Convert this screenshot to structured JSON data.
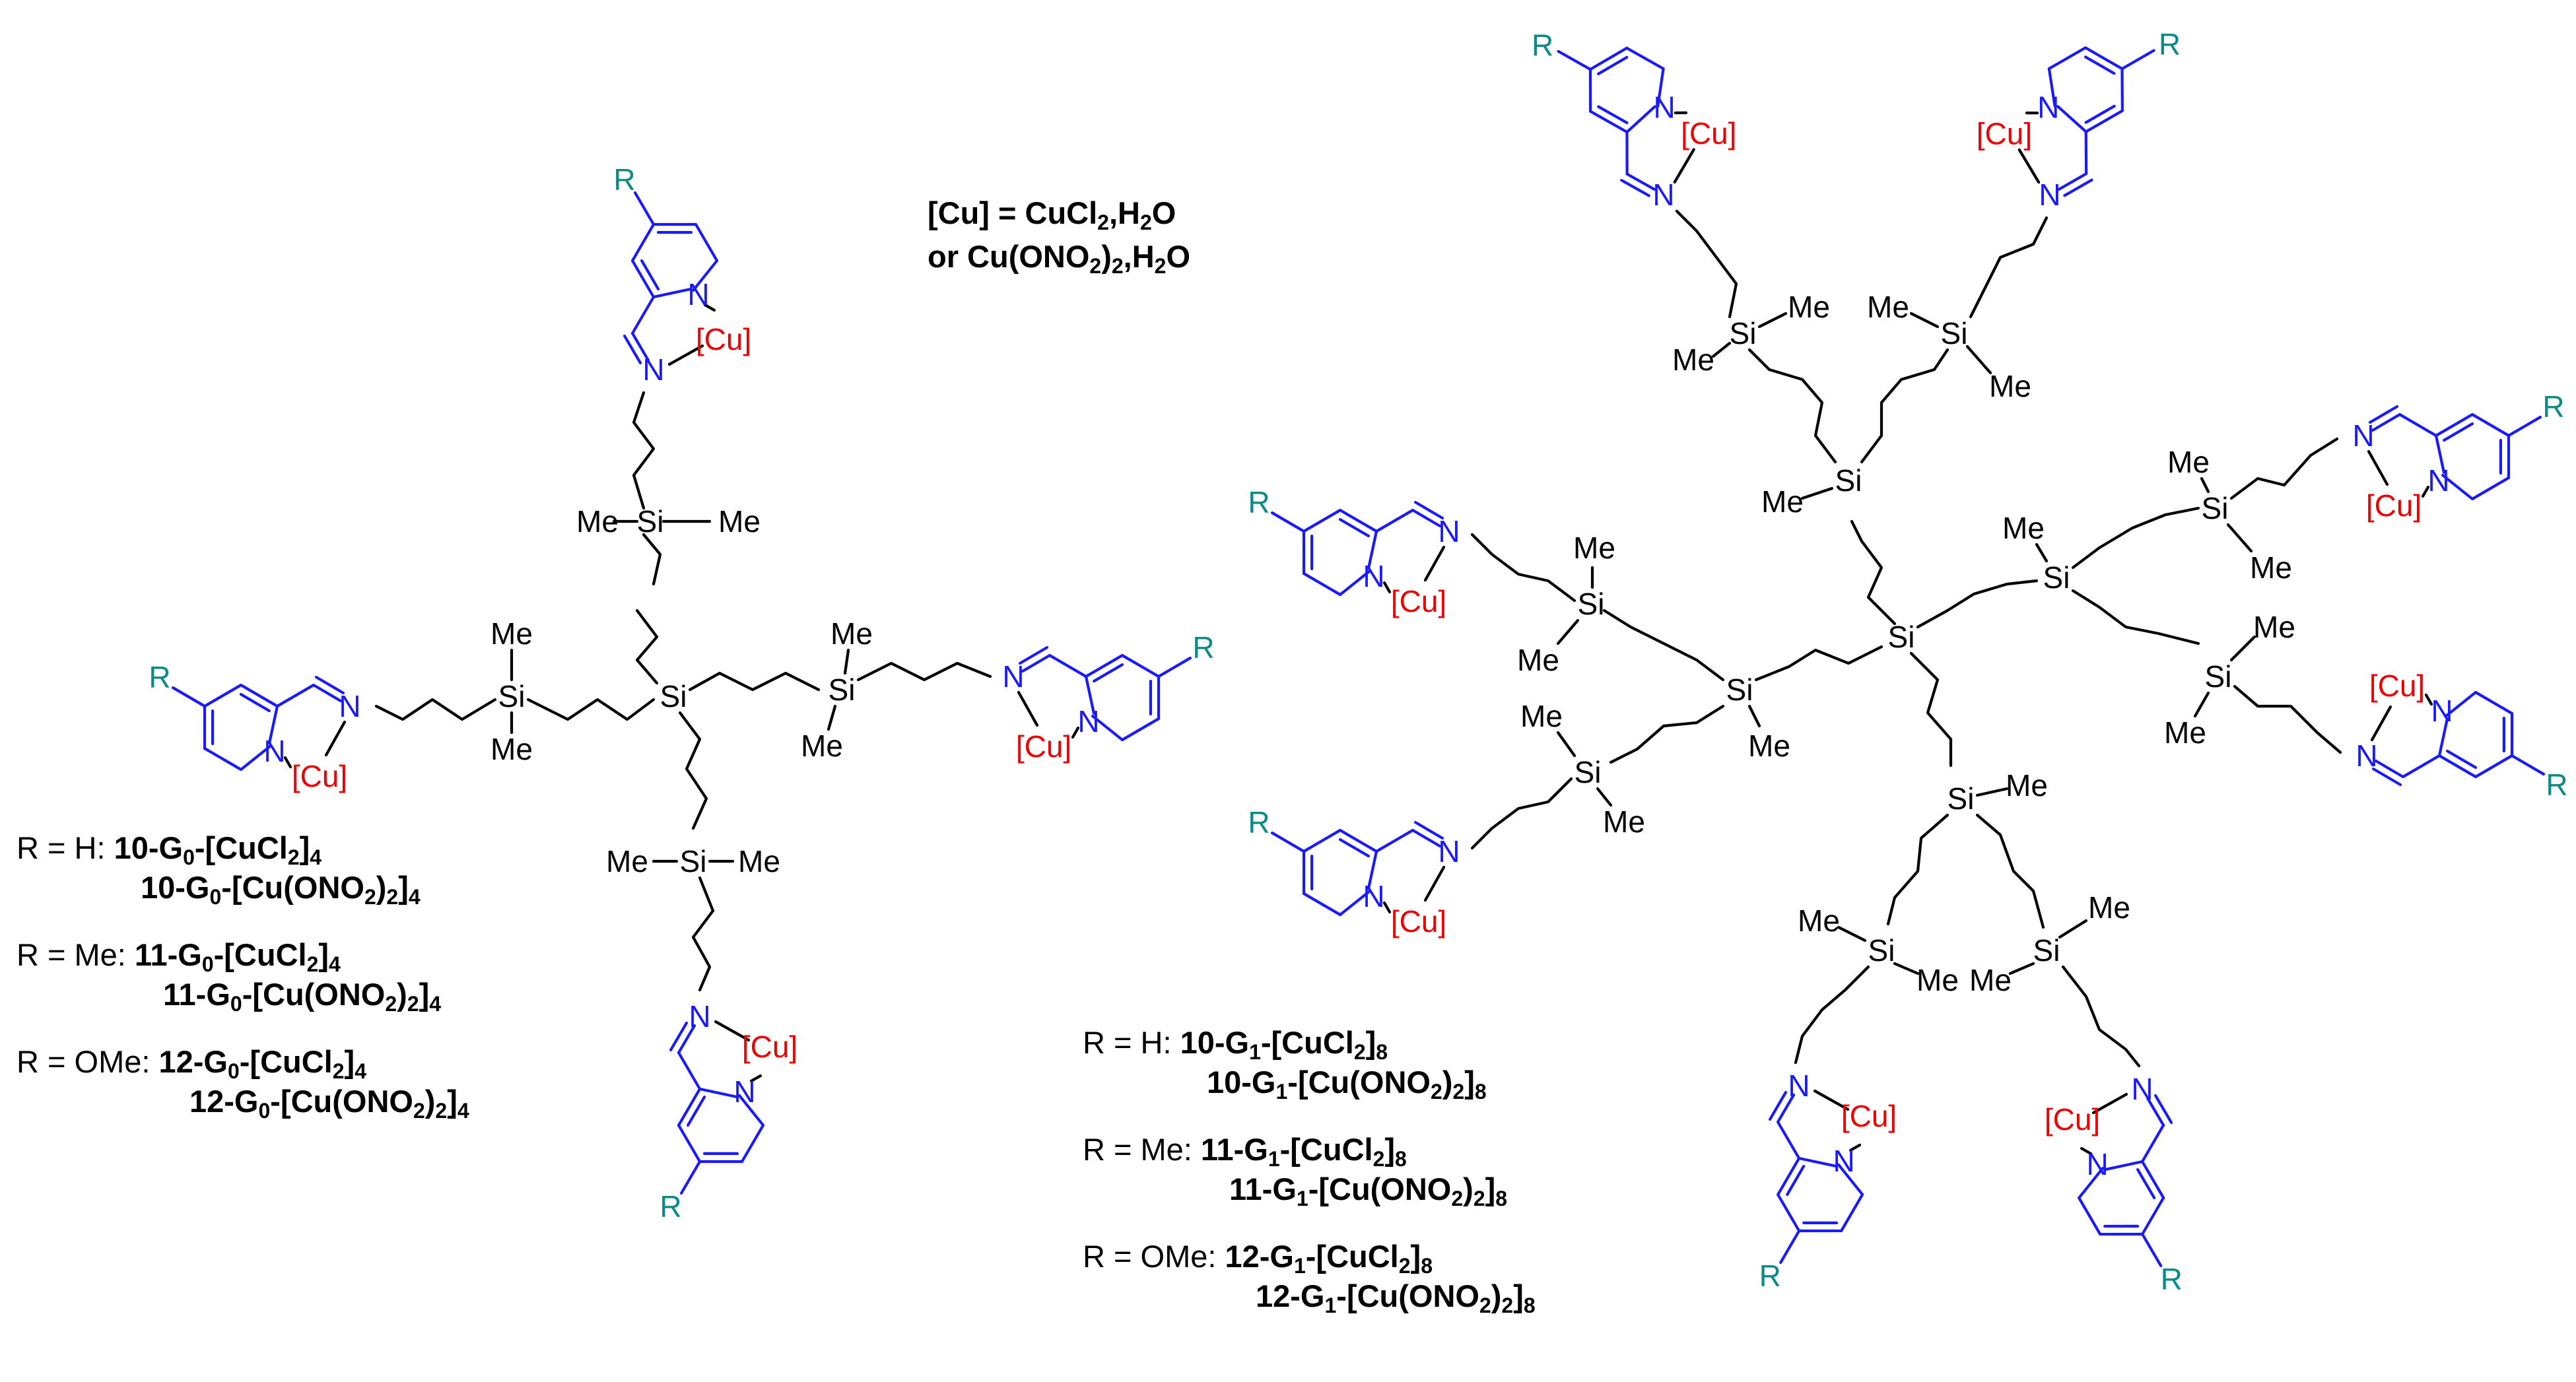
{
  "cu_definition": {
    "line1_pre": "[Cu] = CuCl",
    "line1_sub": "2",
    "line1_mid": ",H",
    "line1_sub2": "2",
    "line1_post": "O",
    "line2_pre": "or Cu(ONO",
    "line2_sub": "2",
    "line2_mid": ")",
    "line2_sub2": "2",
    "line2_mid2": ",H",
    "line2_sub3": "2",
    "line2_post": "O"
  },
  "atoms": {
    "cu": "[Cu]",
    "r": "R",
    "n": "N",
    "si": "Si",
    "me": "Me"
  },
  "g0": {
    "entries": [
      {
        "prefix": "R = H: ",
        "a": {
          "num": "10-G",
          "gen": "0",
          "rest": "-[CuCl",
          "s1": "2",
          "close": "]",
          "s2": "4"
        },
        "b": {
          "num": "10-G",
          "gen": "0",
          "rest": "-[Cu(ONO",
          "s1": "2",
          "mid": ")",
          "s2": "2",
          "close": "]",
          "s3": "4"
        }
      },
      {
        "prefix": "R = Me: ",
        "a": {
          "num": "11-G",
          "gen": "0",
          "rest": "-[CuCl",
          "s1": "2",
          "close": "]",
          "s2": "4"
        },
        "b": {
          "num": "11-G",
          "gen": "0",
          "rest": "-[Cu(ONO",
          "s1": "2",
          "mid": ")",
          "s2": "2",
          "close": "]",
          "s3": "4"
        }
      },
      {
        "prefix": "R = OMe: ",
        "a": {
          "num": "12-G",
          "gen": "0",
          "rest": "-[CuCl",
          "s1": "2",
          "close": "]",
          "s2": "4"
        },
        "b": {
          "num": "12-G",
          "gen": "0",
          "rest": "-[Cu(ONO",
          "s1": "2",
          "mid": ")",
          "s2": "2",
          "close": "]",
          "s3": "4"
        }
      }
    ]
  },
  "g1": {
    "entries": [
      {
        "prefix": "R = H: ",
        "a": {
          "num": "10-G",
          "gen": "1",
          "rest": "-[CuCl",
          "s1": "2",
          "close": "]",
          "s2": "8"
        },
        "b": {
          "num": "10-G",
          "gen": "1",
          "rest": "-[Cu(ONO",
          "s1": "2",
          "mid": ")",
          "s2": "2",
          "close": "]",
          "s3": "8"
        }
      },
      {
        "prefix": "R = Me: ",
        "a": {
          "num": "11-G",
          "gen": "1",
          "rest": "-[CuCl",
          "s1": "2",
          "close": "]",
          "s2": "8"
        },
        "b": {
          "num": "11-G",
          "gen": "1",
          "rest": "-[Cu(ONO",
          "s1": "2",
          "mid": ")",
          "s2": "2",
          "close": "]",
          "s3": "8"
        }
      },
      {
        "prefix": "R = OMe: ",
        "a": {
          "num": "12-G",
          "gen": "1",
          "rest": "-[CuCl",
          "s1": "2",
          "close": "]",
          "s2": "8"
        },
        "b": {
          "num": "12-G",
          "gen": "1",
          "rest": "-[Cu(ONO",
          "s1": "2",
          "mid": ")",
          "s2": "2",
          "close": "]",
          "s3": "8"
        }
      }
    ]
  },
  "colors": {
    "bond": "#000000",
    "ligand": "#1a1aff",
    "copper": "#ee0000",
    "substituent": "#0b8a86"
  }
}
